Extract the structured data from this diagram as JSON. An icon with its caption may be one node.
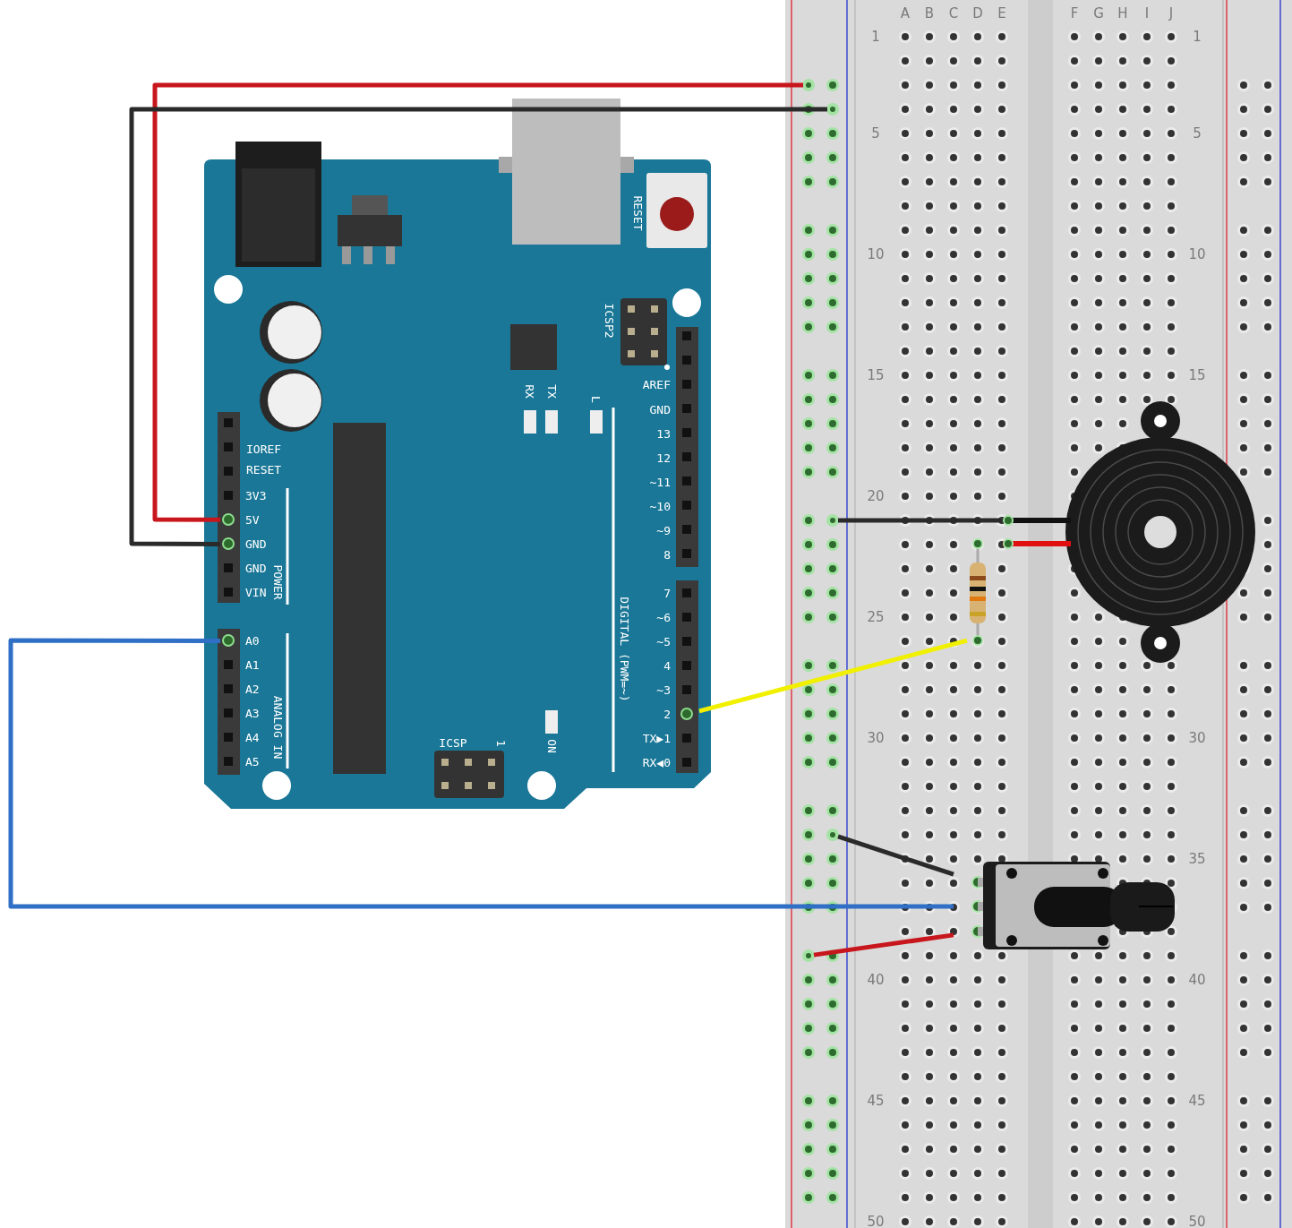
{
  "diagram": {
    "nodes": [
      {
        "text": [],
        "shape": "picture"
      },
      {
        "text": [
          "5V"
        ],
        "in": 0
      },
      {
        "text": [
          "GND"
        ],
        "in": 0
      },
      {
        "text": [
          "A0"
        ],
        "in": 0
      },
      {
        "text": [
          "2"
        ],
        "in": 0
      },
      {
        "text": [],
        "shape": "picture"
      },
      {
        "text": [],
        "shape": "picture",
        "in": 5
      },
      {
        "text": [],
        "shape": "picture",
        "in": 5
      },
      {
        "text": [],
        "shape": "picture",
        "in": 5
      },
      {
        "text": [],
        "shape": "circle",
        "in": 5
      },
      {
        "text": [],
        "shape": "circle",
        "in": 5
      },
      {
        "text": [],
        "shape": "circle",
        "in": 5
      },
      {
        "text": [],
        "shape": "circle",
        "in": 5
      },
      {
        "text": [],
        "shape": "circle",
        "in": 5
      },
      {
        "text": [],
        "shape": "box",
        "in": 0
      },
      {
        "text": [],
        "shape": "bar",
        "in": 5
      }
    ],
    "edges": [
      {
        "from": 1,
        "to": 9,
        "arrow": "none",
        "color": "#c8161d"
      },
      {
        "from": 2,
        "to": 10,
        "arrow": "none",
        "color": "#2a2a2a"
      },
      {
        "from": 3,
        "to": 8,
        "arrow": "none",
        "color": "#2f6fc6"
      },
      {
        "from": 4,
        "to": 6,
        "arrow": "none",
        "color": "#f0f000"
      },
      {
        "from": 11,
        "to": 7,
        "arrow": "none",
        "color": "#2a2a2a"
      },
      {
        "from": 12,
        "to": 8,
        "arrow": "none",
        "color": "#2a2a2a"
      },
      {
        "from": 13,
        "to": 8,
        "arrow": "none",
        "color": "#c8161d"
      }
    ],
    "labels": [
      "A",
      "B",
      "C",
      "D",
      "E",
      "F",
      "G",
      "H",
      "I",
      "J",
      "1",
      "1",
      "5",
      "5",
      "10",
      "10",
      "15",
      "15",
      "20",
      "25",
      "30",
      "30",
      "35",
      "40",
      "40",
      "45",
      "45",
      "50",
      "50",
      "RESET",
      "ICSP2",
      "AREF",
      "RX",
      "TX",
      "L",
      "GND",
      "13",
      "12",
      "~11",
      "~10",
      "~9",
      "8",
      "IOREF",
      "RESET",
      "3V3",
      "GND",
      "VIN",
      "POWER",
      "7",
      "~6",
      "~5",
      "4",
      "~3",
      "DIGITAL (PWM=~)",
      "A1",
      "A2",
      "A3",
      "A4",
      "A5",
      "ANALOG IN",
      "TX▶1",
      "RX◀0",
      "ON",
      "ICSP",
      "1"
    ]
  }
}
